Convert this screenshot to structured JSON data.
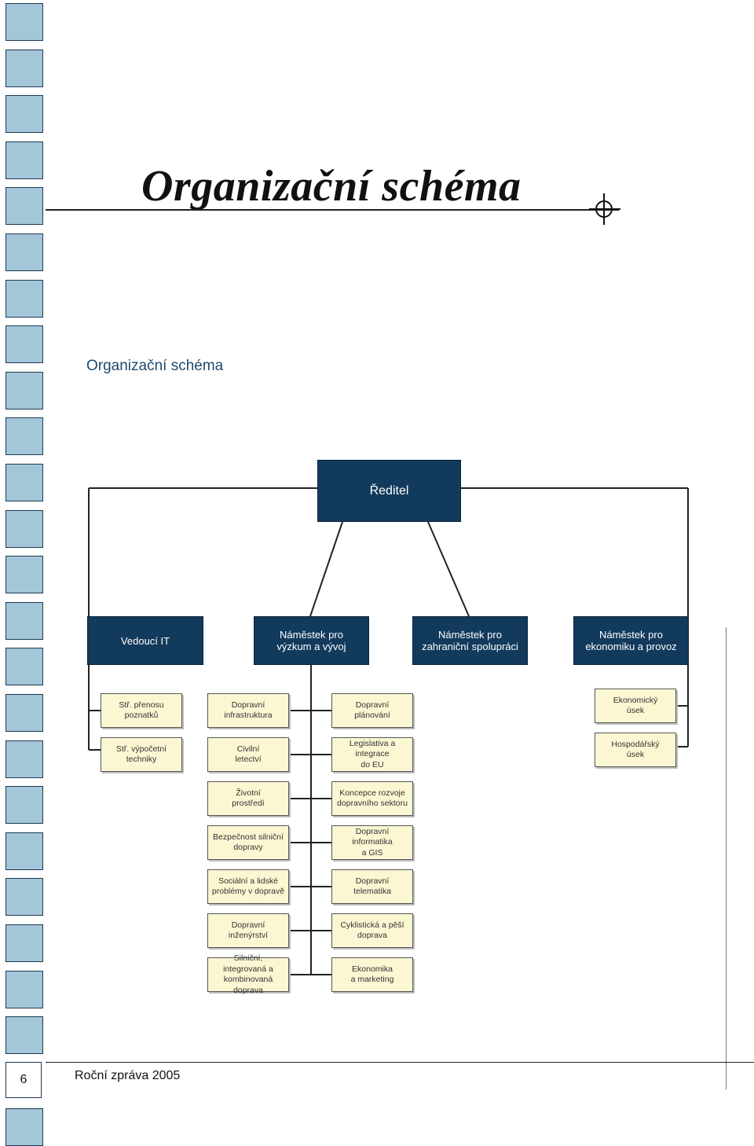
{
  "page": {
    "title": "Organizační schéma",
    "subtitle": "Organizační schéma",
    "page_number": "6",
    "report_label": "Roční zpráva 2005"
  },
  "colors": {
    "navy": "#123a5c",
    "box_fill": "#fbf7d3",
    "strip_fill": "#a3c6d8",
    "subtitle": "#1f4a6e"
  },
  "org": {
    "director": "Ředitel",
    "heads": {
      "it": "Vedoucí IT",
      "research": [
        "Náměstek pro",
        "výzkum a vývoj"
      ],
      "foreign": [
        "Náměstek pro",
        "zahraniční spolupráci"
      ],
      "economy": [
        "Náměstek pro",
        "ekonomiku a provoz"
      ]
    },
    "it_units": [
      [
        "Stř. přenosu",
        "poznatků"
      ],
      [
        "Stř. výpočetní",
        "techniky"
      ]
    ],
    "research_col1": [
      [
        "Dopravní",
        "infrastruktura"
      ],
      [
        "Civilní",
        "letectví"
      ],
      [
        "Životní",
        "prostředí"
      ],
      [
        "Bezpečnost silniční",
        "dopravy"
      ],
      [
        "Sociální a lidské",
        "problémy v dopravě"
      ],
      [
        "Dopravní",
        "inženýrství"
      ],
      [
        "Silniční, integrovaná a",
        "kombinovaná doprava"
      ]
    ],
    "research_col2": [
      [
        "Dopravní",
        "plánování"
      ],
      [
        "Legislativa a integrace",
        "do EU"
      ],
      [
        "Koncepce rozvoje",
        "dopravního sektoru"
      ],
      [
        "Dopravní informatika",
        "a GIS"
      ],
      [
        "Dopravní",
        "telematika"
      ],
      [
        "Cyklistická a pěší",
        "doprava"
      ],
      [
        "Ekonomika",
        "a marketing"
      ]
    ],
    "economy_units": [
      [
        "Ekonomický",
        "úsek"
      ],
      [
        "Hospodářský",
        "úsek"
      ]
    ]
  }
}
